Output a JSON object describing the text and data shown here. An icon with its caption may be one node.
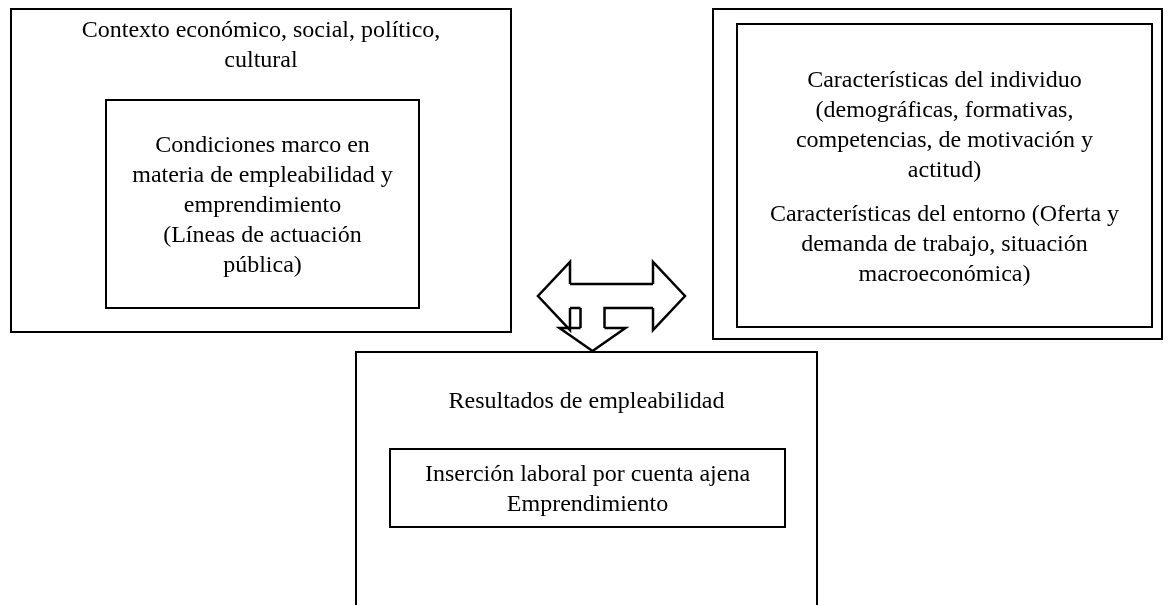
{
  "diagram": {
    "nodes": [
      {
        "text": [
          "Contexto económico, social, político, cultural"
        ]
      },
      {
        "text": [
          "Condiciones marco en materia de empleabilidad y emprendimiento",
          "(Líneas de actuación pública)"
        ],
        "in": 0
      },
      {
        "text": [],
        "shape": "box"
      },
      {
        "text": [
          "Características del individuo (demográficas, formativas, competencias, de motivación y actitud)",
          "Características del entorno (Oferta y demanda de trabajo, situación macroeconómica)"
        ],
        "in": 2
      },
      {
        "text": [
          "Resultados de empleabilidad"
        ]
      },
      {
        "text": [
          "Inserción laboral por cuenta ajena",
          "Emprendimiento"
        ],
        "in": 4
      }
    ],
    "edges": [
      {
        "from": 0,
        "to": 2,
        "arrow": "both"
      },
      {
        "from": null,
        "to": 4,
        "arrow": "to"
      }
    ]
  }
}
